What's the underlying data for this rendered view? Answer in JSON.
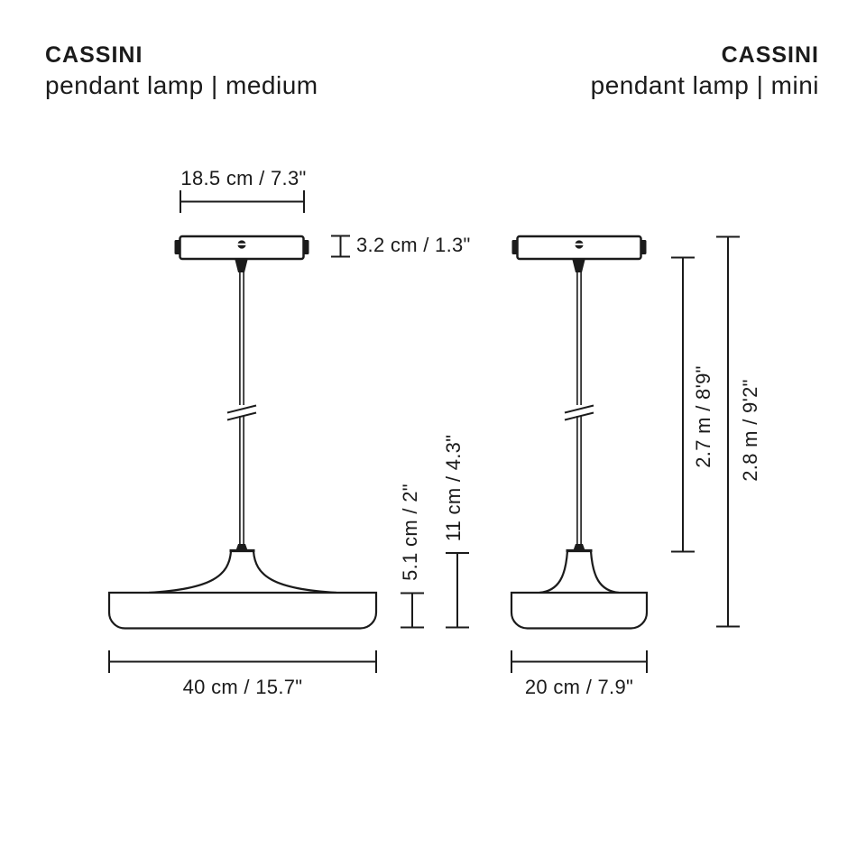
{
  "drawing": {
    "ink_color": "#1b1b1b",
    "background_color": "#ffffff"
  },
  "products": [
    {
      "name": "CASSINI",
      "variant": "pendant lamp | medium",
      "dims": {
        "canopy_width": "18.5 cm / 7.3\"",
        "canopy_height": "3.2 cm / 1.3\"",
        "shade_body_height": "5.1 cm / 2\"",
        "shade_total_height": "11 cm / 4.3\"",
        "shade_diameter": "40 cm / 15.7\""
      }
    },
    {
      "name": "CASSINI",
      "variant": "pendant lamp | mini",
      "dims": {
        "drop_to_shade_top": "2.7 m / 8'9\"",
        "drop_total": "2.8 m / 9'2\"",
        "shade_diameter": "20 cm / 7.9\""
      }
    }
  ]
}
